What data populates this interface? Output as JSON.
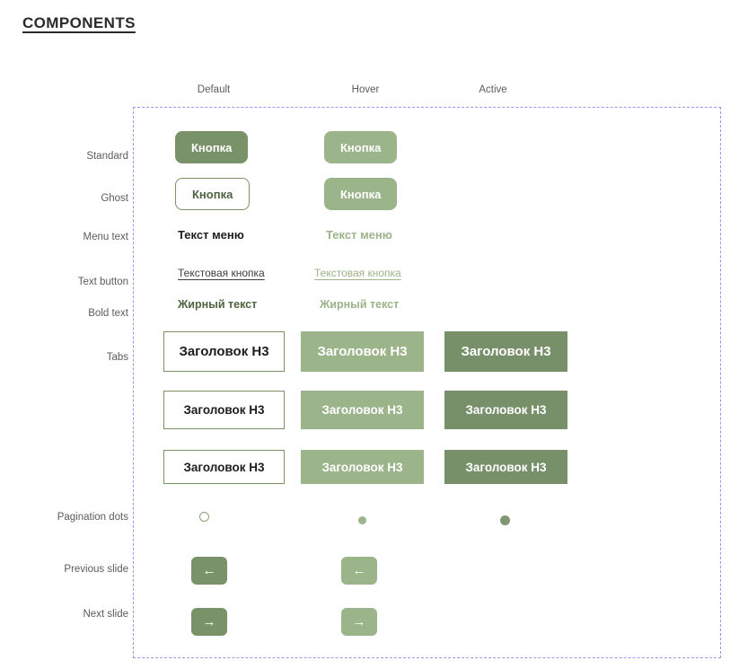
{
  "page": {
    "title": "COMPONENTS"
  },
  "columns": [
    {
      "key": "default",
      "label": "Default"
    },
    {
      "key": "hover",
      "label": "Hover"
    },
    {
      "key": "active",
      "label": "Active"
    }
  ],
  "rows": [
    {
      "key": "standard",
      "label": "Standard"
    },
    {
      "key": "ghost",
      "label": "Ghost"
    },
    {
      "key": "menu_text",
      "label": "Menu text"
    },
    {
      "key": "text_button",
      "label": "Text button"
    },
    {
      "key": "bold_text",
      "label": "Bold text"
    },
    {
      "key": "tabs",
      "label": "Tabs"
    },
    {
      "key": "pagination_dots",
      "label": "Pagination dots"
    },
    {
      "key": "previous_slide",
      "label": "Previous slide"
    },
    {
      "key": "next_slide",
      "label": "Next slide"
    }
  ],
  "components": {
    "standard": {
      "default_label": "Кнопка",
      "hover_label": "Кнопка"
    },
    "ghost": {
      "default_label": "Кнопка",
      "hover_label": "Кнопка"
    },
    "menu_text": {
      "default_label": "Текст меню",
      "hover_label": "Текст меню"
    },
    "text_button": {
      "default_label": "Текстовая кнопка",
      "hover_label": "Текстовая кнопка"
    },
    "bold_text": {
      "default_label": "Жирный текст",
      "hover_label": "Жирный текст"
    },
    "tabs": {
      "rows": [
        {
          "size": "large",
          "default_label": "Заголовок H3",
          "hover_label": "Заголовок H3",
          "active_label": "Заголовок H3"
        },
        {
          "size": "medium",
          "default_label": "Заголовок H3",
          "hover_label": "Заголовок H3",
          "active_label": "Заголовок H3"
        },
        {
          "size": "small",
          "default_label": "Заголовок H3",
          "hover_label": "Заголовок H3",
          "active_label": "Заголовок H3"
        }
      ]
    },
    "pagination_dots": {
      "default_state": "outline",
      "hover_state": "filled-light",
      "active_state": "filled-dark"
    },
    "previous_slide": {
      "icon": "arrow-left-icon",
      "glyph": "←"
    },
    "next_slide": {
      "icon": "arrow-right-icon",
      "glyph": "→"
    }
  },
  "colors": {
    "primary_green": "#7a9268",
    "hover_green": "#9bb489",
    "active_green": "#77906a",
    "ghost_text": "#4f6340",
    "dashed_guide": "#9a95f2",
    "label_grey": "#5c5c5c",
    "title_dark": "#2b2b2b"
  }
}
